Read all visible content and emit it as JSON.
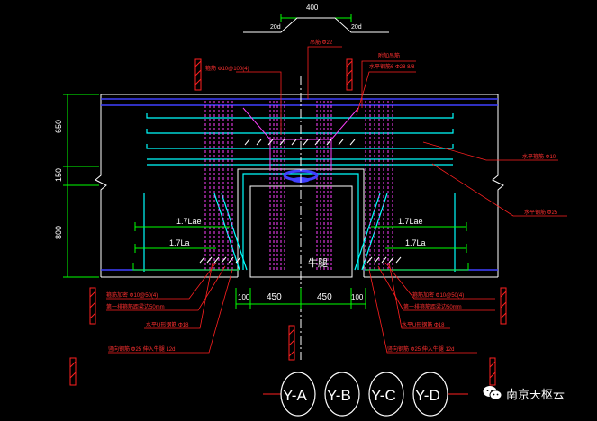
{
  "drawing": {
    "dims_top": {
      "span": "400",
      "left_bend": "20d",
      "right_bend": "20d"
    },
    "dims_left": [
      "650",
      "150",
      "800"
    ],
    "dims_bottom": [
      "100",
      "450",
      "450",
      "100"
    ],
    "anchor_labels": [
      "1.7Lae",
      "1.7La",
      "1.7Lae",
      "1.7La"
    ],
    "column_label": "牛腿",
    "callouts": {
      "top_bar": "吊筋 Φ22",
      "stirrup": "箍筋 Φ10@100(4)",
      "hanger_group": "附加吊筋",
      "hanger_spec": "水平钢筋6 Φ28 8/8",
      "horiz_1": "水平箍筋 Φ10",
      "horiz_2": "水平钢筋 Φ25",
      "left_1": "箍筋加密 Φ10@50(4)",
      "left_2": "第一排箍筋距梁边50mm",
      "left_3": "水平U形钢筋 Φ18",
      "left_4": "竖向钢筋 Φ25 伸入牛腿 12d",
      "right_1": "箍筋加密 Φ10@50(4)",
      "right_2": "第一排箍筋距梁边50mm",
      "right_3": "水平U形钢筋 Φ18",
      "right_4": "竖向钢筋 Φ25 伸入牛腿 12d"
    },
    "axes": [
      "Y-A",
      "Y-B",
      "Y-C",
      "Y-D"
    ]
  },
  "watermark": {
    "text": "南京天枢云",
    "icon": "wechat-icon"
  },
  "colors": {
    "background": "#000000",
    "concrete": "#ffffff",
    "dimension": "#00ff00",
    "rebar_main": "#00ffff",
    "stirrup": "#ff40ff",
    "beam": "#4040ff",
    "leader": "#ff2020",
    "axis_line": "#ff2020"
  }
}
